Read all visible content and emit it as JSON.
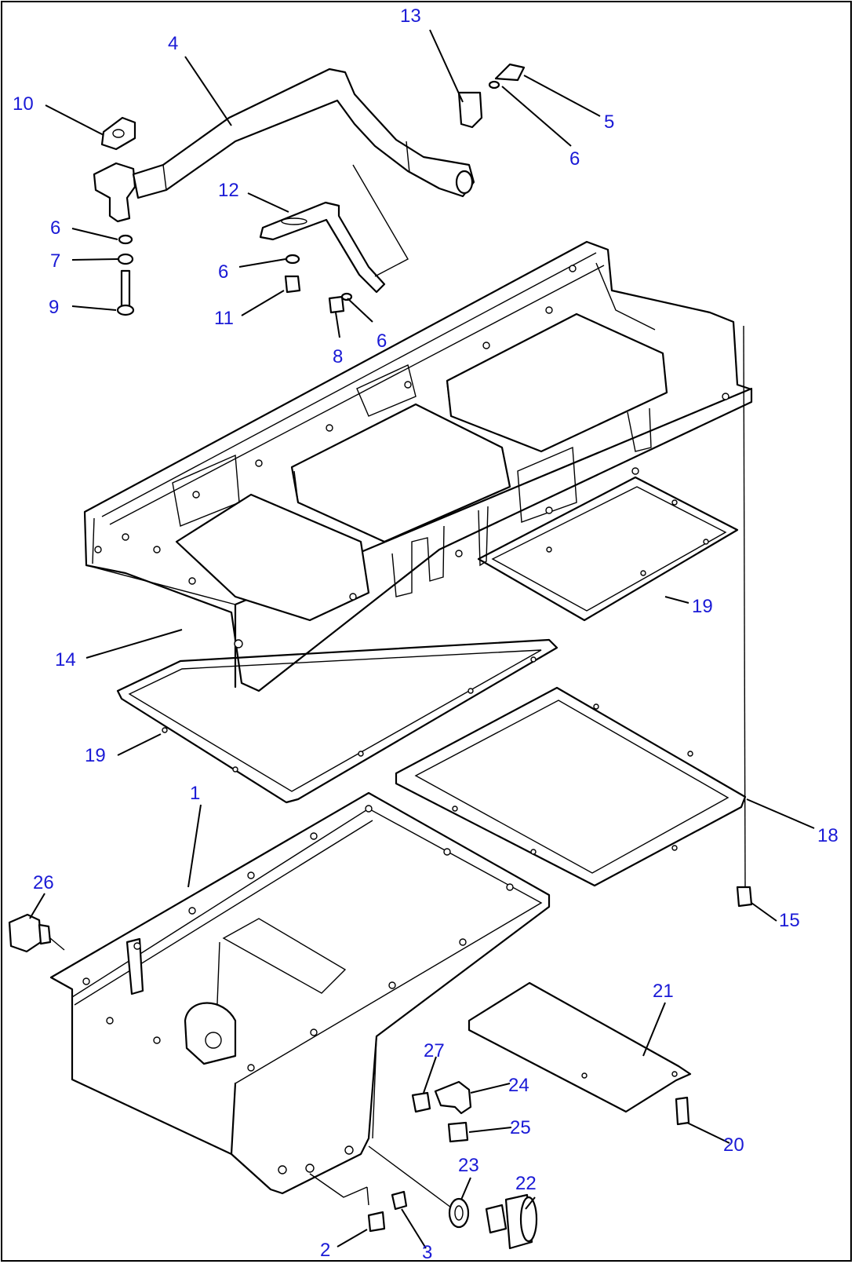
{
  "callouts": [
    {
      "id": "c1",
      "label": "1"
    },
    {
      "id": "c2",
      "label": "2"
    },
    {
      "id": "c3",
      "label": "3"
    },
    {
      "id": "c4",
      "label": "4"
    },
    {
      "id": "c5",
      "label": "5"
    },
    {
      "id": "c6a",
      "label": "6"
    },
    {
      "id": "c6b",
      "label": "6"
    },
    {
      "id": "c6c",
      "label": "6"
    },
    {
      "id": "c6d",
      "label": "6"
    },
    {
      "id": "c7",
      "label": "7"
    },
    {
      "id": "c8",
      "label": "8"
    },
    {
      "id": "c9",
      "label": "9"
    },
    {
      "id": "c10",
      "label": "10"
    },
    {
      "id": "c11",
      "label": "11"
    },
    {
      "id": "c12",
      "label": "12"
    },
    {
      "id": "c13",
      "label": "13"
    },
    {
      "id": "c14",
      "label": "14"
    },
    {
      "id": "c15",
      "label": "15"
    },
    {
      "id": "c18",
      "label": "18"
    },
    {
      "id": "c19a",
      "label": "19"
    },
    {
      "id": "c19b",
      "label": "19"
    },
    {
      "id": "c20",
      "label": "20"
    },
    {
      "id": "c21",
      "label": "21"
    },
    {
      "id": "c22",
      "label": "22"
    },
    {
      "id": "c23",
      "label": "23"
    },
    {
      "id": "c24",
      "label": "24"
    },
    {
      "id": "c25",
      "label": "25"
    },
    {
      "id": "c26",
      "label": "26"
    },
    {
      "id": "c27",
      "label": "27"
    }
  ],
  "colors": {
    "callout": "#1a1ad6",
    "line": "#000000",
    "background": "#ffffff"
  }
}
